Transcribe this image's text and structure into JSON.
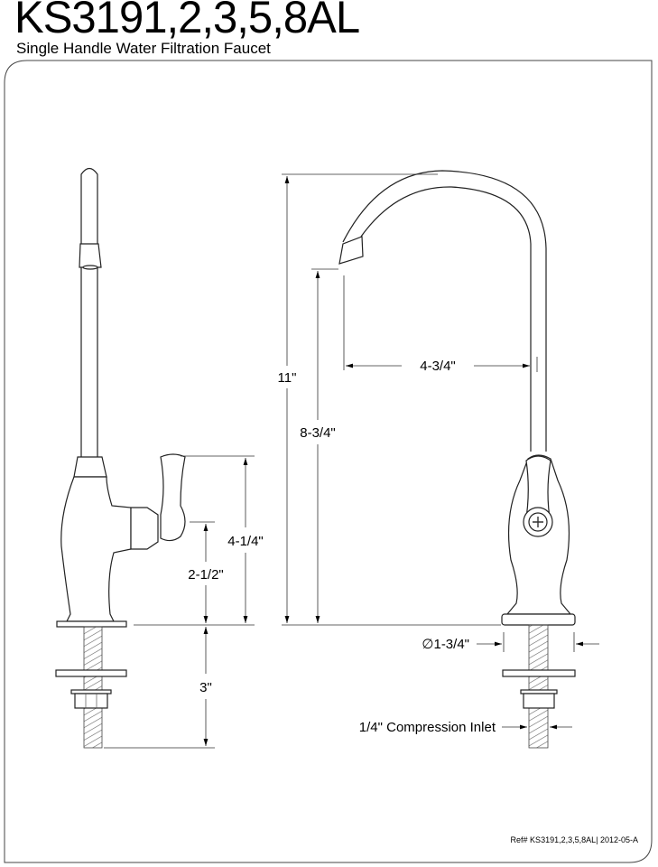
{
  "header": {
    "title": "KS3191,2,3,5,8AL",
    "subtitle": "Single Handle Water Filtration Faucet"
  },
  "dimensions": {
    "handle_height": "4-1/4\"",
    "handle_axis_height": "2-1/2\"",
    "shank_length": "3\"",
    "overall_height": "11\"",
    "spout_height": "8-3/4\"",
    "spout_reach": "4-3/4\"",
    "base_diameter": "∅1-3/4\"",
    "inlet": "1/4\" Compression Inlet"
  },
  "footer": {
    "reference": "Ref# KS3191,2,3,5,8AL| 2012-05-A"
  }
}
